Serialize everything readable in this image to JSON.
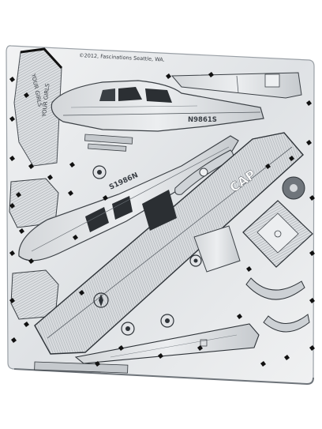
{
  "sheet": {
    "copyright_line": "©2012, Fascinations Seattle, WA.",
    "fuselage_tail_number": "N9861S",
    "wing_tail_number": "S1986N",
    "wing_marking": "CAP",
    "tail_left_text": "YOUR GIRLS",
    "tail_right_text": "YOUR GIRLS"
  },
  "colors": {
    "metal_light": "#e6e8ea",
    "metal_mid": "#c9cdd1",
    "metal_dark": "#8b9096",
    "etch_line": "#4a4f55",
    "window_dark": "#2b2f33",
    "frame_tab_black": "#111111"
  }
}
